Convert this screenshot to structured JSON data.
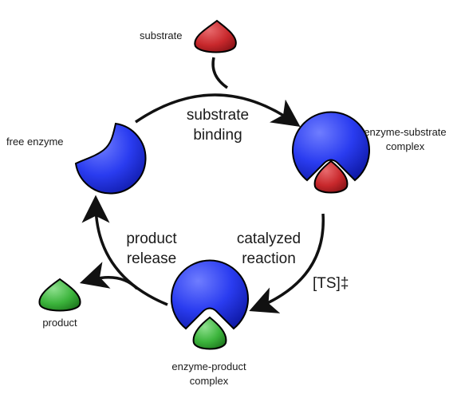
{
  "labels": {
    "substrate": "substrate",
    "free_enzyme": "free enzyme",
    "es_complex_line1": "enzyme-substrate",
    "es_complex_line2": "complex",
    "ep_complex_line1": "enzyme-product",
    "ep_complex_line2": "complex",
    "product": "product"
  },
  "steps": {
    "binding_line1": "substrate",
    "binding_line2": "binding",
    "catalysis_line1": "catalyzed",
    "catalysis_line2": "reaction",
    "release_line1": "product",
    "release_line2": "release",
    "transition_state": "[TS]‡"
  },
  "colors": {
    "enzyme": "#2a3cf0",
    "substrate": "#c8282c",
    "product": "#3cb43c",
    "arrow": "#111111"
  }
}
